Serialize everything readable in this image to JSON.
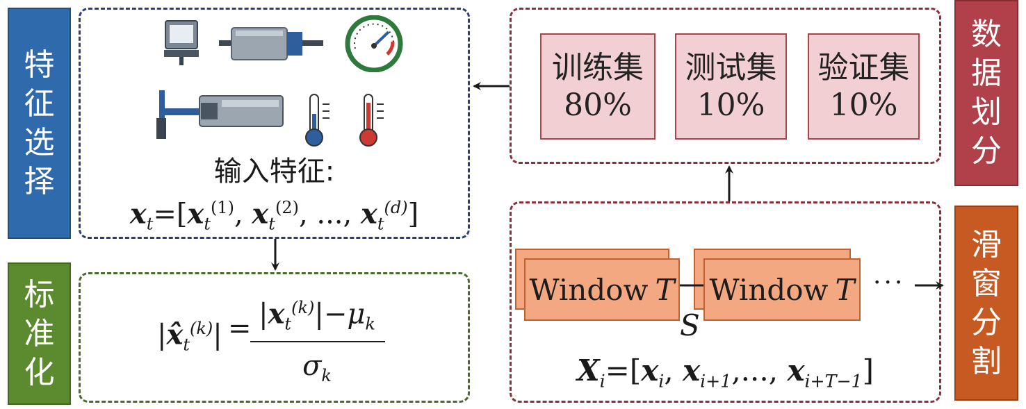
{
  "left_labels": {
    "feature_selection": [
      "特",
      "征",
      "选",
      "择"
    ],
    "normalization": [
      "标",
      "准",
      "化"
    ]
  },
  "right_labels": {
    "data_split": [
      "数",
      "据",
      "划",
      "分"
    ],
    "sliding_window": [
      "滑",
      "窗",
      "分",
      "割"
    ]
  },
  "feature_panel": {
    "title": "输入特征:",
    "formula": {
      "x": "x",
      "t": "t",
      "eq": "=[",
      "sup1": "(1)",
      "sup2": "(2)",
      "supd": "(d)",
      "sep": ",",
      "ellipsis": "...,",
      "close": "]"
    },
    "icons": [
      "monitor-icon",
      "shaft-icon",
      "gauge-icon",
      "actuator-icon",
      "cold-thermometer-icon",
      "hot-thermometer-icon"
    ]
  },
  "normalization_panel": {
    "lhs_hat": "x̂",
    "t": "t",
    "supk": "(k)",
    "bar": "|",
    "eq": "=",
    "num_x": "x",
    "num_minus": "−",
    "mu": "μ",
    "k": "k",
    "sigma": "σ"
  },
  "data_split_panel": {
    "boxes": [
      {
        "name": "训练集",
        "percent": "80%"
      },
      {
        "name": "测试集",
        "percent": "10%"
      },
      {
        "name": "验证集",
        "percent": "10%"
      }
    ]
  },
  "sliding_window_panel": {
    "window_label": "Window ",
    "window_var": "T",
    "stride": "S",
    "dots": "···",
    "formula": {
      "X": "X",
      "i": "i",
      "eq": "=[",
      "x": "x",
      "sub_i": "i",
      "sub_i1": "i+1",
      "ellipsis": ",...,",
      "sub_iT": "i+T−1",
      "close": "]",
      "comma": ","
    }
  },
  "colors": {
    "blue": "#2f6aad",
    "green": "#5c8b2f",
    "red": "#b0414a",
    "orange": "#c65a22",
    "pink_fill": "#f2cfd3",
    "window_fill": "#f4a882"
  }
}
